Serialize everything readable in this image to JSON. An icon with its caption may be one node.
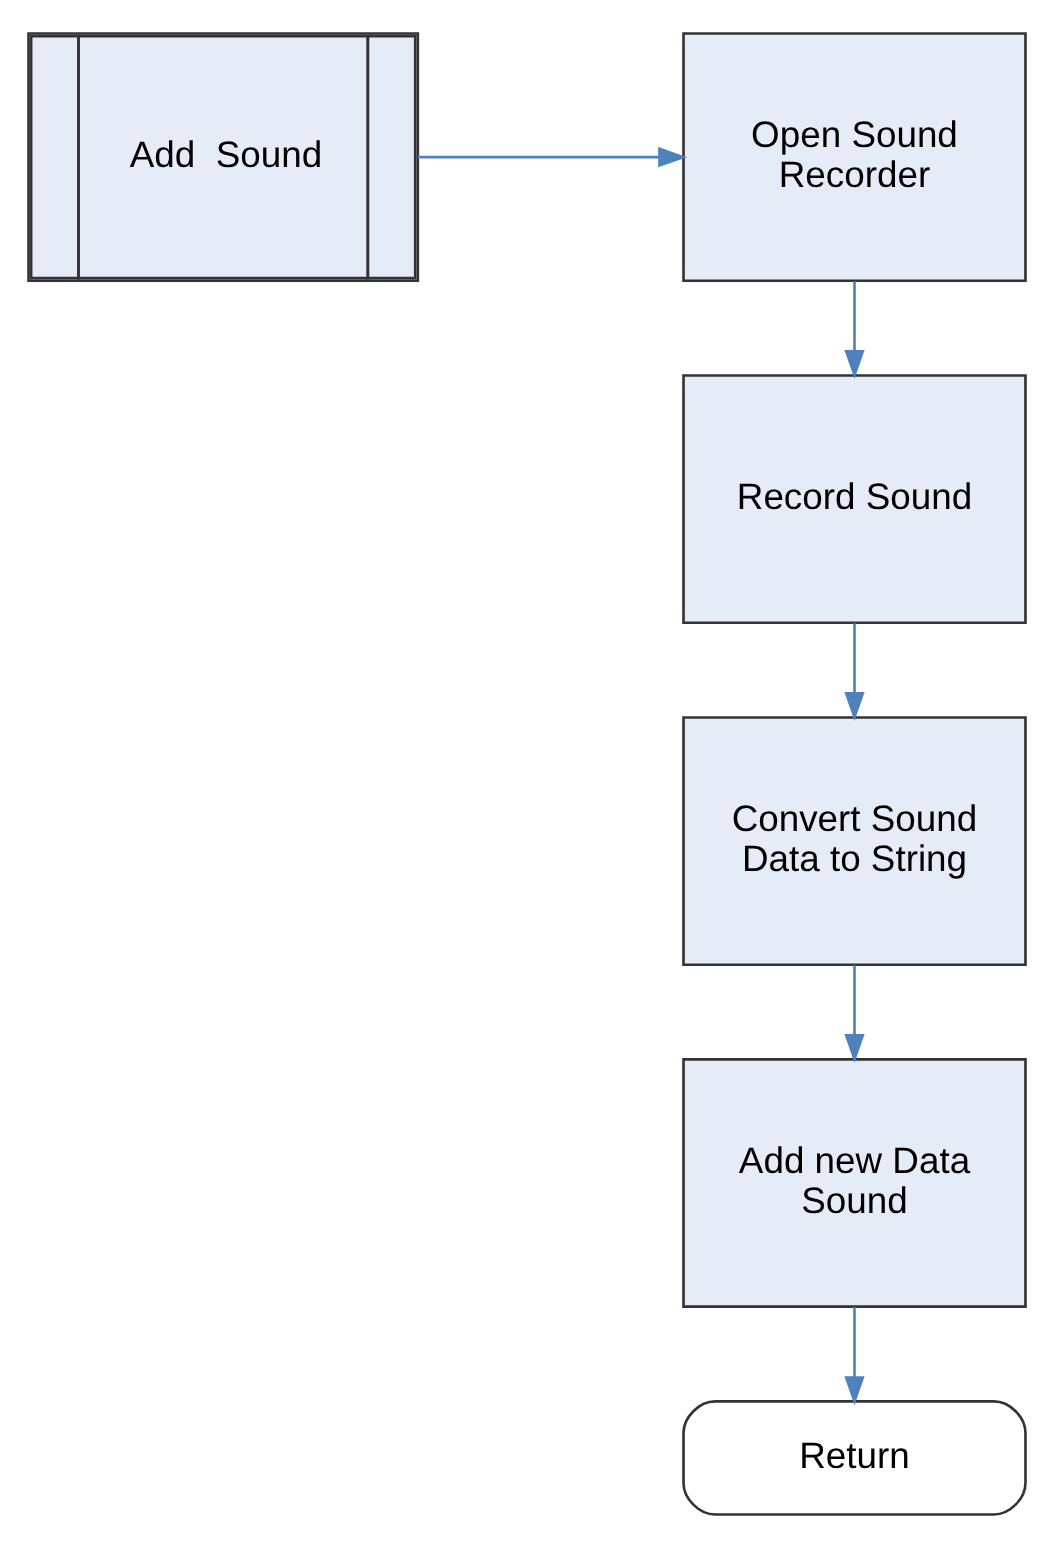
{
  "diagram": {
    "nodes": [
      {
        "text": [
          "Add  Sound"
        ]
      },
      {
        "text": [
          "Open Sound Recorder"
        ]
      },
      {
        "text": [
          "Record Sound"
        ]
      },
      {
        "text": [
          "Convert Sound Data to String"
        ]
      },
      {
        "text": [
          "Add new Data Sound"
        ]
      },
      {
        "text": [
          "Return"
        ]
      }
    ],
    "edges": [
      {
        "from": 0,
        "to": 1,
        "arrow": "to"
      },
      {
        "from": 1,
        "to": 2,
        "arrow": "to"
      },
      {
        "from": 2,
        "to": 3,
        "arrow": "to"
      },
      {
        "from": 3,
        "to": 4,
        "arrow": "to"
      },
      {
        "from": 4,
        "to": 5,
        "arrow": "to"
      }
    ]
  }
}
